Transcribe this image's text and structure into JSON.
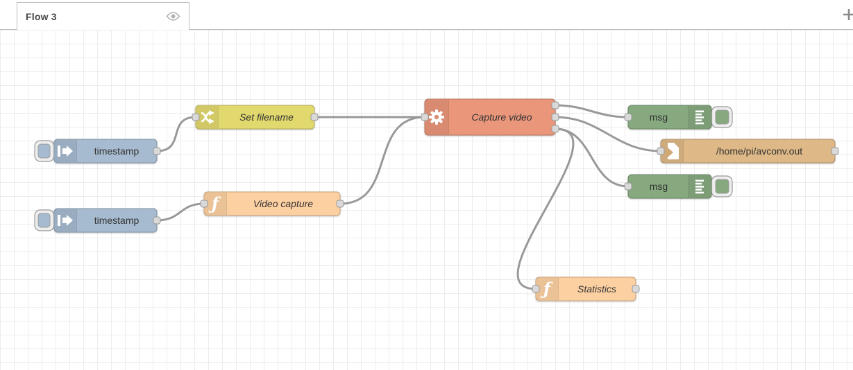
{
  "tab_bar": {
    "active_tab": {
      "label": "Flow 3",
      "visibility_icon": "eye-icon"
    },
    "add_flow_icon": "plus-icon"
  },
  "icons": {
    "function_glyph": "ƒ"
  },
  "colors": {
    "inject": "#a6bbcf",
    "change": "#e2d96e",
    "function": "#fdd0a2",
    "exec": "#e9967a",
    "debug": "#87a980",
    "file": "#deb887",
    "wire": "#999999",
    "port_fill": "#d9d9d9",
    "grid_line": "#ececec",
    "tab_border": "#bbbbbb",
    "label_text": "#333333"
  },
  "nodes": [
    {
      "type": "inject",
      "label": "timestamp",
      "icon": "inject-arrow-icon",
      "has_button": true
    },
    {
      "type": "inject",
      "label": "timestamp",
      "icon": "inject-arrow-icon",
      "has_button": true
    },
    {
      "type": "change",
      "label": "Set filename",
      "icon": "shuffle-icon",
      "label_style": "italic"
    },
    {
      "type": "function",
      "label": "Video capture",
      "icon": "function-icon",
      "label_style": "italic"
    },
    {
      "type": "exec",
      "label": "Capture video",
      "icon": "gear-icon",
      "outputs": 3,
      "label_style": "italic"
    },
    {
      "type": "debug",
      "label": "msg",
      "icon": "debug-list-icon",
      "has_button": true
    },
    {
      "type": "debug",
      "label": "msg",
      "icon": "debug-list-icon",
      "has_button": true
    },
    {
      "type": "file",
      "label": "/home/pi/avconv.out",
      "icon": "file-out-icon"
    },
    {
      "type": "function",
      "label": "Statistics",
      "icon": "function-icon",
      "label_style": "italic"
    }
  ],
  "wires": [
    {
      "from": "timestamp (top)",
      "to": "Set filename"
    },
    {
      "from": "Set filename",
      "to": "Capture video"
    },
    {
      "from": "timestamp (bottom)",
      "to": "Video capture"
    },
    {
      "from": "Video capture",
      "to": "Capture video"
    },
    {
      "from": "Capture video : out 1",
      "to": "msg (top)"
    },
    {
      "from": "Capture video : out 2",
      "to": "/home/pi/avconv.out"
    },
    {
      "from": "Capture video : out 3",
      "to": "msg (bottom)"
    },
    {
      "from": "Capture video : out 3",
      "to": "Statistics"
    }
  ]
}
